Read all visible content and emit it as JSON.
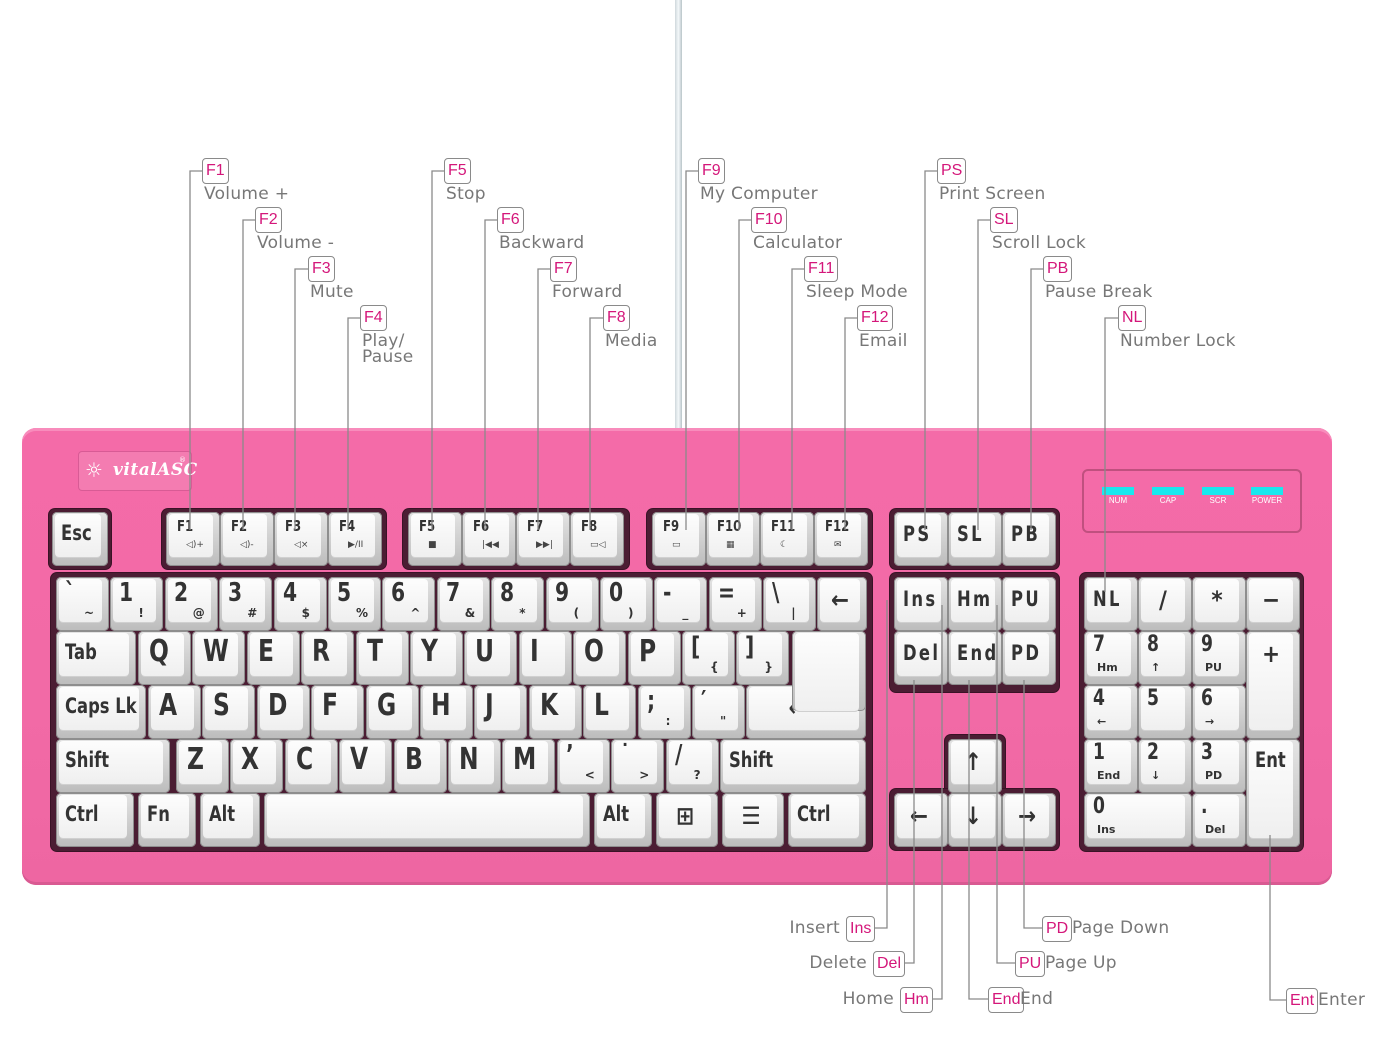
{
  "logo": {
    "mark": "☼",
    "text": "vitalASC",
    "registered": "®"
  },
  "indicators": [
    {
      "label": "NUM",
      "color": "#19e8ee"
    },
    {
      "label": "CAP",
      "color": "#19e8ee"
    },
    {
      "label": "SCR",
      "color": "#19e8ee"
    },
    {
      "label": "POWER",
      "color": "#19e8ee"
    }
  ],
  "colors": {
    "body": "#f26aa6",
    "callout_key": "#d4177a",
    "callout_text": "#777777",
    "led": "#19e8ee"
  },
  "keyboard": {
    "keys": [
      {
        "main": "Esc"
      },
      {
        "main": "F1",
        "icon": "◁)+"
      },
      {
        "main": "F2",
        "icon": "◁)-"
      },
      {
        "main": "F3",
        "icon": "◁×"
      },
      {
        "main": "F4",
        "icon": "▶/II"
      },
      {
        "main": "F5",
        "icon": "■"
      },
      {
        "main": "F6",
        "icon": "|◀◀"
      },
      {
        "main": "F7",
        "icon": "▶▶|"
      },
      {
        "main": "F8",
        "icon": "▭◁"
      },
      {
        "main": "F9",
        "icon": "▭"
      },
      {
        "main": "F10",
        "icon": "▦"
      },
      {
        "main": "F11",
        "icon": "☾"
      },
      {
        "main": "F12",
        "icon": "✉"
      },
      {
        "main": "PS"
      },
      {
        "main": "SL"
      },
      {
        "main": "PB"
      },
      {
        "main": "`",
        "sub": "~"
      },
      {
        "main": "1",
        "sub": "!"
      },
      {
        "main": "2",
        "sub": "@"
      },
      {
        "main": "3",
        "sub": "#"
      },
      {
        "main": "4",
        "sub": "$"
      },
      {
        "main": "5",
        "sub": "%"
      },
      {
        "main": "6",
        "sub": "^"
      },
      {
        "main": "7",
        "sub": "&"
      },
      {
        "main": "8",
        "sub": "*"
      },
      {
        "main": "9",
        "sub": "("
      },
      {
        "main": "0",
        "sub": ")"
      },
      {
        "main": "-",
        "sub": "_"
      },
      {
        "main": "=",
        "sub": "+"
      },
      {
        "main": "\\",
        "sub": "|"
      },
      {
        "main": "←"
      },
      {
        "main": "Tab"
      },
      {
        "main": "Q"
      },
      {
        "main": "W"
      },
      {
        "main": "E"
      },
      {
        "main": "R"
      },
      {
        "main": "T"
      },
      {
        "main": "Y"
      },
      {
        "main": "U"
      },
      {
        "main": "I"
      },
      {
        "main": "O"
      },
      {
        "main": "P"
      },
      {
        "main": "[",
        "sub": "{"
      },
      {
        "main": "]",
        "sub": "}"
      },
      {
        "main": "Caps Lk"
      },
      {
        "main": "A"
      },
      {
        "main": "S"
      },
      {
        "main": "D"
      },
      {
        "main": "F"
      },
      {
        "main": "G"
      },
      {
        "main": "H"
      },
      {
        "main": "J"
      },
      {
        "main": "K"
      },
      {
        "main": "L"
      },
      {
        "main": ";",
        "sub": ":"
      },
      {
        "main": "′",
        "sub": "\""
      },
      {
        "main": "⟵"
      },
      {
        "main": "Shift"
      },
      {
        "main": "Z"
      },
      {
        "main": "X"
      },
      {
        "main": "C"
      },
      {
        "main": "V"
      },
      {
        "main": "B"
      },
      {
        "main": "N"
      },
      {
        "main": "M"
      },
      {
        "main": "’",
        "sub": "<"
      },
      {
        "main": "˙",
        "sub": ">"
      },
      {
        "main": "/",
        "sub": "?"
      },
      {
        "main": "Shift"
      },
      {
        "main": "Ctrl"
      },
      {
        "main": "Fn"
      },
      {
        "main": "Alt"
      },
      {
        "main": ""
      },
      {
        "main": "Alt"
      },
      {
        "main": "⊞"
      },
      {
        "main": "☰"
      },
      {
        "main": "Ctrl"
      },
      {
        "main": "Ins"
      },
      {
        "main": "Hm"
      },
      {
        "main": "PU"
      },
      {
        "main": "Del"
      },
      {
        "main": "End"
      },
      {
        "main": "PD"
      },
      {
        "main": "↑"
      },
      {
        "main": "←"
      },
      {
        "main": "↓"
      },
      {
        "main": "→"
      },
      {
        "main": "NL"
      },
      {
        "main": "/"
      },
      {
        "main": "*"
      },
      {
        "main": "−"
      },
      {
        "main": "7",
        "sub": "Hm"
      },
      {
        "main": "8",
        "sub": "↑"
      },
      {
        "main": "9",
        "sub": "PU"
      },
      {
        "main": "+"
      },
      {
        "main": "4",
        "sub": "←"
      },
      {
        "main": "5"
      },
      {
        "main": "6",
        "sub": "→"
      },
      {
        "main": "1",
        "sub": "End"
      },
      {
        "main": "2",
        "sub": "↓"
      },
      {
        "main": "3",
        "sub": "PD"
      },
      {
        "main": "Ent"
      },
      {
        "main": "0",
        "sub": "Ins"
      },
      {
        "main": ".",
        "sub": "Del"
      }
    ]
  },
  "callouts": {
    "top": [
      {
        "key": "F1",
        "desc": "Volume +"
      },
      {
        "key": "F2",
        "desc": "Volume -"
      },
      {
        "key": "F3",
        "desc": "Mute"
      },
      {
        "key": "F4",
        "desc": "Play/\nPause"
      },
      {
        "key": "F5",
        "desc": "Stop"
      },
      {
        "key": "F6",
        "desc": "Backward"
      },
      {
        "key": "F7",
        "desc": "Forward"
      },
      {
        "key": "F8",
        "desc": "Media"
      },
      {
        "key": "F9",
        "desc": "My Computer"
      },
      {
        "key": "F10",
        "desc": "Calculator"
      },
      {
        "key": "F11",
        "desc": "Sleep Mode"
      },
      {
        "key": "F12",
        "desc": "Email"
      },
      {
        "key": "PS",
        "desc": "Print Screen"
      },
      {
        "key": "SL",
        "desc": "Scroll Lock"
      },
      {
        "key": "PB",
        "desc": "Pause Break"
      },
      {
        "key": "NL",
        "desc": "Number Lock"
      }
    ],
    "bottom": [
      {
        "key": "Ins",
        "desc": "Insert"
      },
      {
        "key": "Del",
        "desc": "Delete"
      },
      {
        "key": "Hm",
        "desc": "Home"
      },
      {
        "key": "End",
        "desc": "End"
      },
      {
        "key": "PU",
        "desc": "Page Up"
      },
      {
        "key": "PD",
        "desc": "Page Down"
      },
      {
        "key": "Ent",
        "desc": "Enter"
      }
    ]
  }
}
